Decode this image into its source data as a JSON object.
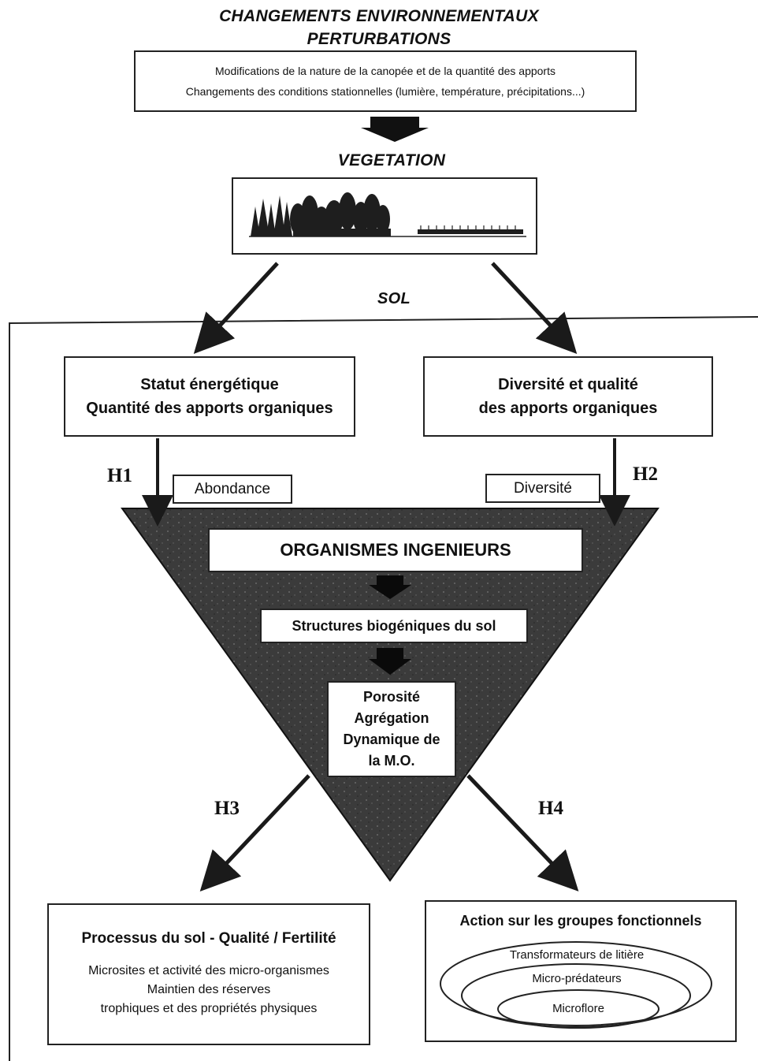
{
  "header": {
    "line1": "CHANGEMENTS ENVIRONNEMENTAUX",
    "line2": "PERTURBATIONS"
  },
  "disturbance_box": {
    "line1": "Modifications de la nature de la canopée et de la quantité des apports",
    "line2": "Changements des conditions stationnelles (lumière, température, précipitations...)"
  },
  "vegetation_label": "VEGETATION",
  "soil_label": "SOL",
  "energy_box": {
    "line1": "Statut énergétique",
    "line2": "Quantité des apports organiques"
  },
  "diversity_box": {
    "line1": "Diversité et qualité",
    "line2": "des apports organiques"
  },
  "hypotheses": {
    "h1": "H1",
    "h2": "H2",
    "h3": "H3",
    "h4": "H4"
  },
  "tag_abundance": "Abondance",
  "tag_diversity": "Diversité",
  "triangle": {
    "top": "ORGANISMES INGENIEURS",
    "middle": "Structures biogéniques du sol",
    "bottom": {
      "line1": "Porosité",
      "line2": "Agrégation",
      "line3": "Dynamique de",
      "line4": "la M.O."
    }
  },
  "process_box": {
    "title": "Processus du sol - Qualité / Fertilité",
    "line1": "Microsites et activité des micro-organismes",
    "line2": "Maintien des réserves",
    "line3": "trophiques et des propriétés physiques"
  },
  "groups_box": {
    "title": "Action sur les groupes fonctionnels",
    "ring1": "Transformateurs de litière",
    "ring2": "Micro-prédateurs",
    "ring3": "Microflore"
  },
  "colors": {
    "triangle_fill": "#3a3a3a",
    "stroke": "#222222"
  }
}
